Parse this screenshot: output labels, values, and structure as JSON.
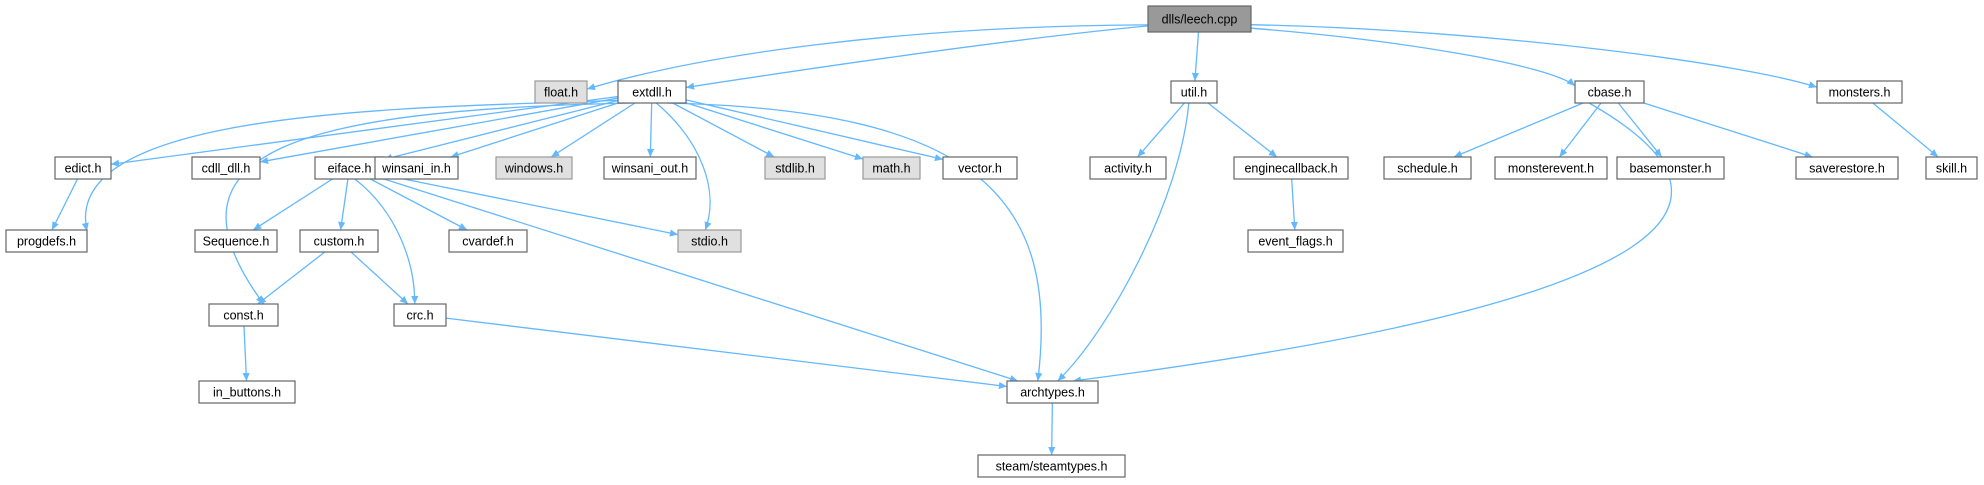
{
  "graph": {
    "root": "dlls/leech.cpp",
    "nodes": [
      {
        "id": "leech",
        "label": "dlls/leech.cpp",
        "style": "root"
      },
      {
        "id": "float",
        "label": "float.h",
        "style": "ext"
      },
      {
        "id": "extdll",
        "label": "extdll.h",
        "style": "normal"
      },
      {
        "id": "util",
        "label": "util.h",
        "style": "normal"
      },
      {
        "id": "cbase",
        "label": "cbase.h",
        "style": "normal"
      },
      {
        "id": "monsters",
        "label": "monsters.h",
        "style": "normal"
      },
      {
        "id": "edict",
        "label": "edict.h",
        "style": "normal"
      },
      {
        "id": "cdll",
        "label": "cdll_dll.h",
        "style": "normal"
      },
      {
        "id": "eiface",
        "label": "eiface.h",
        "style": "normal"
      },
      {
        "id": "winsani_in",
        "label": "winsani_in.h",
        "style": "normal"
      },
      {
        "id": "windows",
        "label": "windows.h",
        "style": "ext"
      },
      {
        "id": "winsani_out",
        "label": "winsani_out.h",
        "style": "normal"
      },
      {
        "id": "stdlib",
        "label": "stdlib.h",
        "style": "ext"
      },
      {
        "id": "math",
        "label": "math.h",
        "style": "ext"
      },
      {
        "id": "vector",
        "label": "vector.h",
        "style": "normal"
      },
      {
        "id": "activity",
        "label": "activity.h",
        "style": "normal"
      },
      {
        "id": "enginecallback",
        "label": "enginecallback.h",
        "style": "normal"
      },
      {
        "id": "schedule",
        "label": "schedule.h",
        "style": "normal"
      },
      {
        "id": "monsterevent",
        "label": "monsterevent.h",
        "style": "normal"
      },
      {
        "id": "basemonster",
        "label": "basemonster.h",
        "style": "normal"
      },
      {
        "id": "saverestore",
        "label": "saverestore.h",
        "style": "normal"
      },
      {
        "id": "skill",
        "label": "skill.h",
        "style": "normal"
      },
      {
        "id": "progdefs",
        "label": "progdefs.h",
        "style": "normal"
      },
      {
        "id": "sequence",
        "label": "Sequence.h",
        "style": "normal"
      },
      {
        "id": "custom",
        "label": "custom.h",
        "style": "normal"
      },
      {
        "id": "cvardef",
        "label": "cvardef.h",
        "style": "normal"
      },
      {
        "id": "stdio",
        "label": "stdio.h",
        "style": "ext"
      },
      {
        "id": "event_flags",
        "label": "event_flags.h",
        "style": "normal"
      },
      {
        "id": "const",
        "label": "const.h",
        "style": "normal"
      },
      {
        "id": "crc",
        "label": "crc.h",
        "style": "normal"
      },
      {
        "id": "in_buttons",
        "label": "in_buttons.h",
        "style": "normal"
      },
      {
        "id": "archtypes",
        "label": "archtypes.h",
        "style": "normal"
      },
      {
        "id": "steamtypes",
        "label": "steam/steamtypes.h",
        "style": "normal"
      }
    ],
    "edges": [
      {
        "from": "leech",
        "to": "float"
      },
      {
        "from": "leech",
        "to": "extdll"
      },
      {
        "from": "leech",
        "to": "util"
      },
      {
        "from": "leech",
        "to": "cbase"
      },
      {
        "from": "leech",
        "to": "monsters"
      },
      {
        "from": "extdll",
        "to": "progdefs"
      },
      {
        "from": "extdll",
        "to": "edict"
      },
      {
        "from": "extdll",
        "to": "cdll"
      },
      {
        "from": "extdll",
        "to": "eiface"
      },
      {
        "from": "extdll",
        "to": "winsani_in"
      },
      {
        "from": "extdll",
        "to": "windows"
      },
      {
        "from": "extdll",
        "to": "winsani_out"
      },
      {
        "from": "extdll",
        "to": "stdlib"
      },
      {
        "from": "extdll",
        "to": "math"
      },
      {
        "from": "extdll",
        "to": "vector"
      },
      {
        "from": "extdll",
        "to": "stdio"
      },
      {
        "from": "extdll",
        "to": "const"
      },
      {
        "from": "extdll",
        "to": "archtypes"
      },
      {
        "from": "edict",
        "to": "progdefs"
      },
      {
        "from": "eiface",
        "to": "sequence"
      },
      {
        "from": "eiface",
        "to": "custom"
      },
      {
        "from": "eiface",
        "to": "cvardef"
      },
      {
        "from": "eiface",
        "to": "stdio"
      },
      {
        "from": "eiface",
        "to": "crc"
      },
      {
        "from": "eiface",
        "to": "archtypes"
      },
      {
        "from": "custom",
        "to": "const"
      },
      {
        "from": "custom",
        "to": "crc"
      },
      {
        "from": "const",
        "to": "in_buttons"
      },
      {
        "from": "crc",
        "to": "archtypes"
      },
      {
        "from": "util",
        "to": "activity"
      },
      {
        "from": "util",
        "to": "enginecallback"
      },
      {
        "from": "util",
        "to": "archtypes"
      },
      {
        "from": "enginecallback",
        "to": "event_flags"
      },
      {
        "from": "cbase",
        "to": "schedule"
      },
      {
        "from": "cbase",
        "to": "monsterevent"
      },
      {
        "from": "cbase",
        "to": "basemonster"
      },
      {
        "from": "cbase",
        "to": "saverestore"
      },
      {
        "from": "cbase",
        "to": "archtypes"
      },
      {
        "from": "monsters",
        "to": "skill"
      },
      {
        "from": "archtypes",
        "to": "steamtypes"
      }
    ]
  }
}
